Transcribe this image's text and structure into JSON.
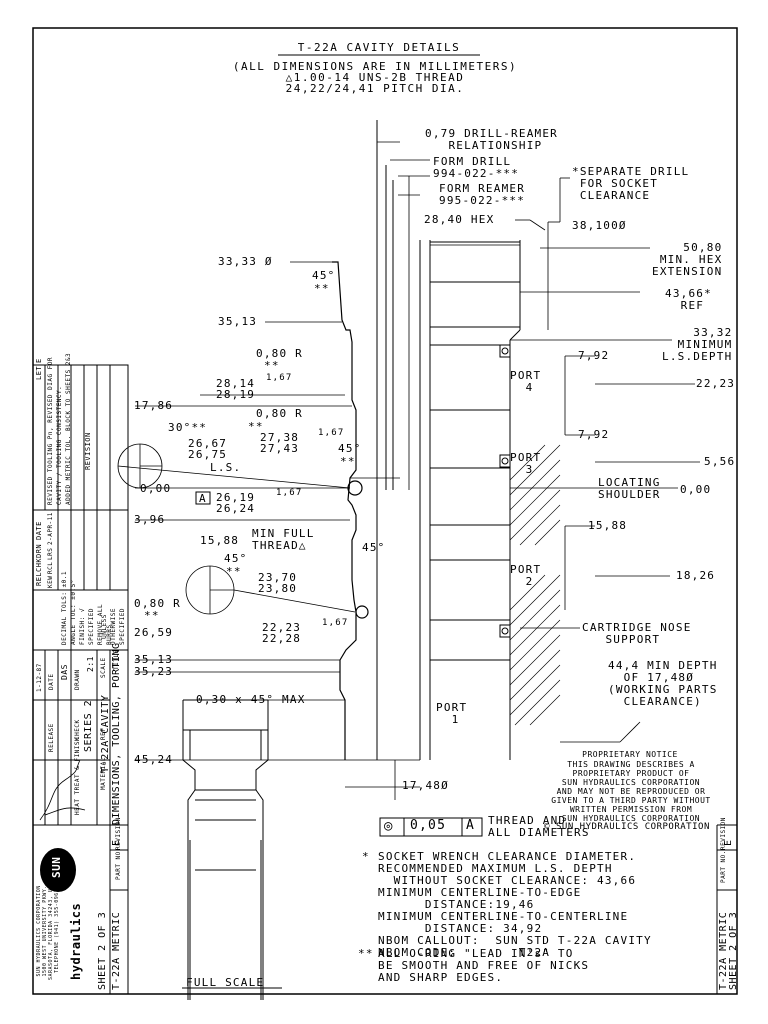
{
  "header": {
    "title": "T-22A CAVITY DETAILS",
    "line1": "(ALL DIMENSIONS ARE IN MILLIMETERS)",
    "line2": "△1.00-14 UNS-2B THREAD",
    "line3": "24,22/24,41 PITCH DIA."
  },
  "callouts": {
    "drill_reamer": "0,79 DRILL-REAMER\n   RELATIONSHIP",
    "form_drill": "FORM DRILL\n994-022-***",
    "form_reamer": "FORM REAMER\n995-022-***",
    "separate_drill": "*SEPARATE DRILL\n FOR SOCKET\n CLEARANCE",
    "hex": "28,40 HEX",
    "d38100": "38,100Ø",
    "d5080": "50,80\n MIN. HEX\nEXTENSION",
    "d4366": "43,66*\n  REF",
    "d3332": "33,32\n  MINIMUM\nL.S.DEPTH",
    "d792a": "7,92",
    "d2223": "22,23",
    "d792b": "7,92",
    "d556": "5,56",
    "locating": "LOCATING\nSHOULDER",
    "d000r": "0,00",
    "d1588r": "15,88",
    "d1826": "18,26",
    "cartridge": "CARTRIDGE NOSE\n   SUPPORT",
    "d444": "44,4 MIN DEPTH\n  OF 17,48Ø\n(WORKING PARTS\n  CLEARANCE)",
    "port4": "PORT\n  4",
    "port3": "PORT\n  3",
    "port2": "PORT\n  2",
    "port1": "PORT\n  1",
    "d1748": "17,48Ø",
    "d3333": "33,33 Ø",
    "a45a": "45°",
    "stars_a": "**",
    "d3513a": "35,13",
    "r080a": "0,80 R",
    "stars_b": "**",
    "d2814": "28,14",
    "d2819": "28,19",
    "s167a": "1,67",
    "d1786": "17,86",
    "r080b": "0,80 R",
    "stars_c": "**",
    "a30": "30°**",
    "d2667": "26,67",
    "d2675": "26,75",
    "ls": "L.S.",
    "d2738": "27,38",
    "d2743": "27,43",
    "s167b": "1,67",
    "a45b": "45°",
    "stars_d": "**",
    "d000l": "0,00",
    "datum_a": "A",
    "d2619": "26,19",
    "d2624": "26,24",
    "s167c": "1,67",
    "d396": "3,96",
    "min_full": "MIN FULL\nTHREAD△",
    "d1588l": "15,88",
    "a45c": "45°",
    "a45d": "45°",
    "stars_e": "**",
    "d2370": "23,70",
    "d2380": "23,80",
    "r080c": "0,80 R",
    "stars_f": "**",
    "d2659": "26,59",
    "d2223b": "22,23",
    "d2228": "22,28",
    "s167d": "1,67",
    "d3513b": "35,13",
    "d3523": "35,23",
    "chamfer": "0,30 x 45° MAX",
    "d4524": "45,24"
  },
  "proprietary": {
    "title": "PROPRIETARY NOTICE",
    "body": "THIS DRAWING DESCRIBES A\nPROPRIETARY PRODUCT OF\nSUN HYDRAULICS CORPORATION\nAND MAY NOT BE REPRODUCED OR\nGIVEN TO A THIRD PARTY WITHOUT\nWRITTEN PERMISSION FROM\nSUN HYDRAULICS CORPORATION",
    "copyright": "© SUN HYDRAULICS CORPORATION"
  },
  "tolerance": {
    "symbol": "◎",
    "value": "0,05",
    "datum": "A",
    "text": "THREAD AND\nALL DIAMETERS"
  },
  "notes": {
    "star1": "*",
    "note1": "SOCKET WRENCH CLEARANCE DIAMETER.\nRECOMMENDED MAXIMUM L.S. DEPTH\n  WITHOUT SOCKET CLEARANCE: 43,66\nMINIMUM CENTERLINE-TO-EDGE\n      DISTANCE:19,46\nMINIMUM CENTERLINE-TO-CENTERLINE\n      DISTANCE: 34,92\nNBOM CALLOUT:  SUN STD T-22A CAVITY\nNBOM CODE:        T22A",
    "star2": "**",
    "note2": "ALL O-RING \"LEAD IN's\" TO\nBE SMOOTH AND FREE OF NICKS\nAND SHARP EDGES."
  },
  "full_scale": "FULL SCALE",
  "title_block": {
    "let": "LET",
    "rev_e": "E",
    "rev_text": "REVISED TOOLING Pn, REVISED DIAG FOR\nCAVITY / TOOLING CONSISTENCY.\nADDED METRIC TOL. BLOCK TO SHEETS 2&3",
    "revision": "REVISION",
    "date": "DATE",
    "drn": "DRN",
    "chk": "CHK",
    "rel": "REL",
    "date_val": "2-APR-11",
    "drn_val": "LRS",
    "chk_val": "RCL",
    "rel_val": "KEW",
    "unless": "UNLESS\nOTHERWISE\nSPECIFIED",
    "tols": "DECIMAL TOLS: ±0.1\nANGLE TOL: ±0.5°\nFINISH: √\nSPECIFIED\nREMOVE ALL\nBURRS",
    "scale": "SCALE",
    "scale_val": "2:1",
    "drawn": "DRAWN",
    "drawn_val": "DAS",
    "date2": "DATE",
    "date2_val": "1-12-87",
    "ref": "REF",
    "ref_val": "SERIES 2",
    "check": "CHECK",
    "release": "RELEASE",
    "title_lbl": "TITLE",
    "title_val": "T-22A CAVITY\nDIMENSIONS, TOOLING, PORTING",
    "material": "MATERIAL",
    "heat": "HEAT TREAT & FINISH",
    "revision_lbl": "REVISION",
    "revision_val": "E",
    "partno_lbl": "PART NO.",
    "partno_val": "T-22A METRIC",
    "sheet_val": "SHEET 2 OF 3",
    "logo_sun": "SUN",
    "logo_hydraulics": "hydraulics",
    "address": "SUN HYDRAULICS CORPORATION\n1500 WEST UNIVERSITY PKWY.\nSARASOTA, FLORIDA 34243, USA\nTELEPHONE (941) 355-0961",
    "right_rev": "REVISION",
    "right_rev_val": "E",
    "right_part": "PART NO.",
    "right_part_val": "T-22A METRIC",
    "right_sheet": "SHEET 2 OF 3"
  }
}
